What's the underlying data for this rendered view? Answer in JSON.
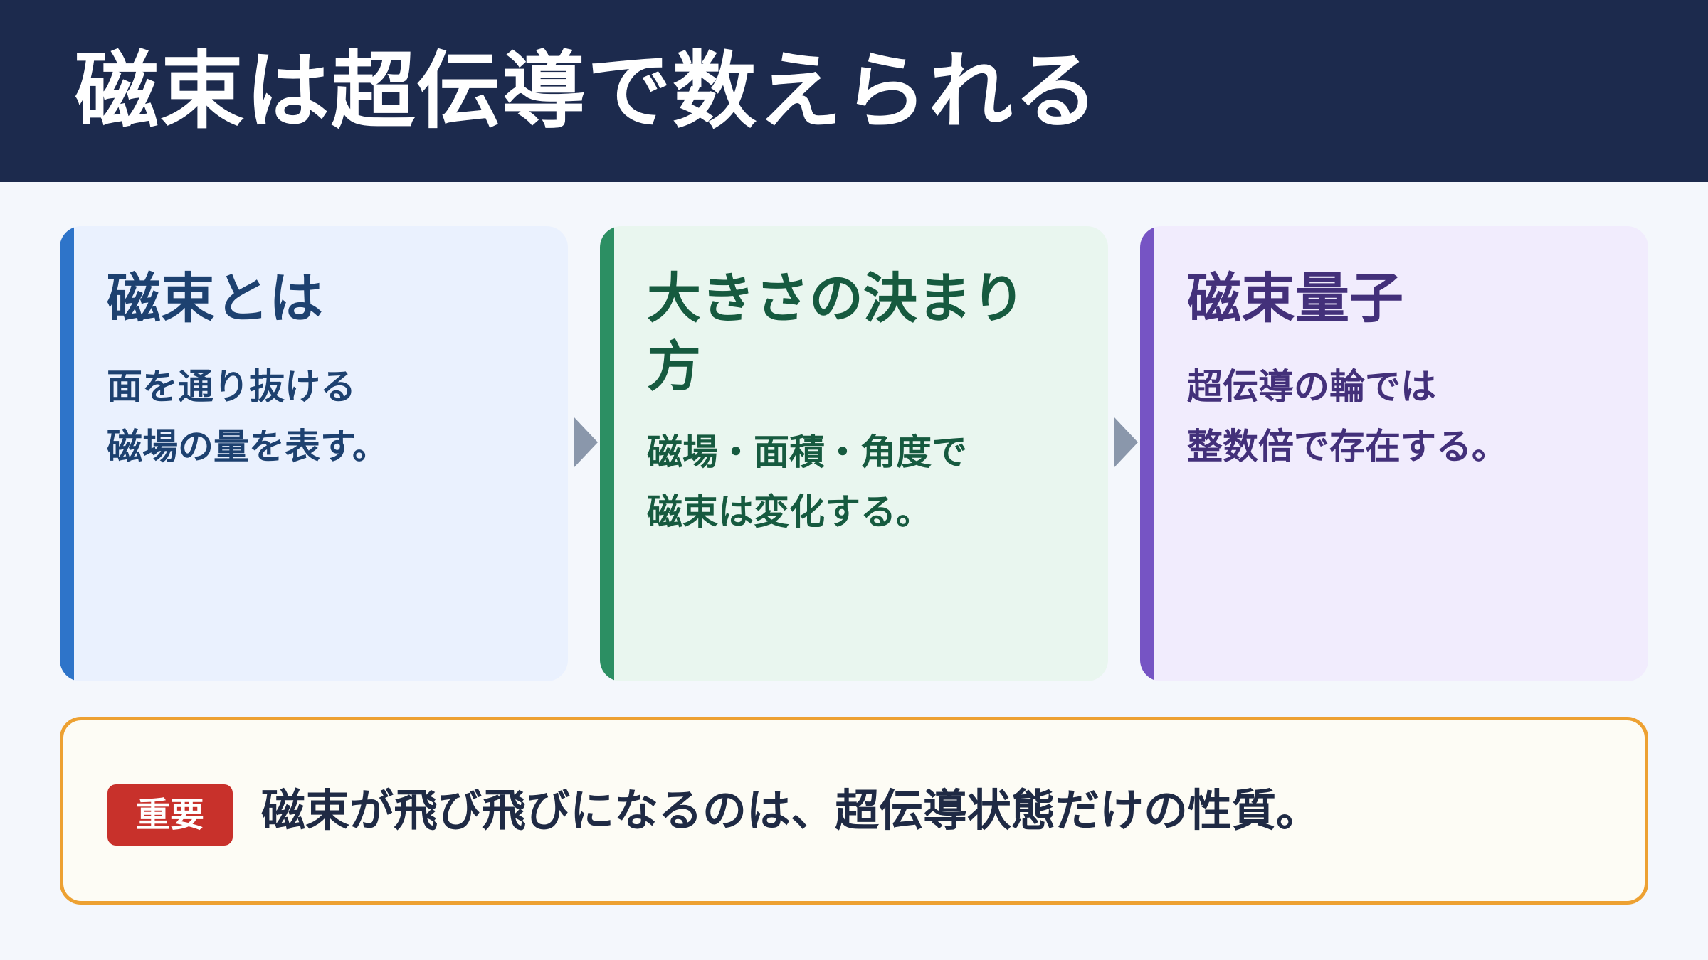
{
  "header": {
    "title": "磁束は超伝導で数えられる"
  },
  "cards": [
    {
      "title": "磁束とは",
      "lines": [
        "面を通り抜ける",
        "磁場の量を表す。"
      ]
    },
    {
      "title": "大きさの決まり方",
      "lines": [
        "磁場・面積・角度で",
        "磁束は変化する。"
      ]
    },
    {
      "title": "磁束量子",
      "lines": [
        "超伝導の輪では",
        "整数倍で存在する。"
      ]
    }
  ],
  "note": {
    "badge": "重要",
    "text": "磁束が飛び飛びになるのは、超伝導状態だけの性質。"
  },
  "colors": {
    "header_bg": "#1c2a4d",
    "card1_accent": "#2e74c9",
    "card2_accent": "#2c8f63",
    "card3_accent": "#7654c4",
    "note_border": "#eda132",
    "badge_bg": "#c8312b"
  }
}
